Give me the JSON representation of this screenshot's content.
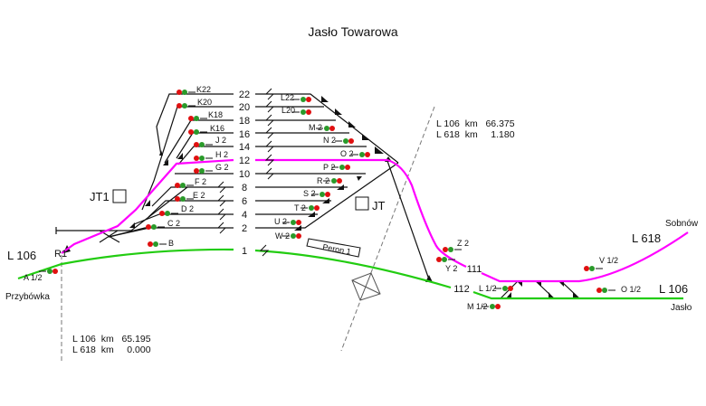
{
  "title": "Jasło Towarowa",
  "colors": {
    "line_618": "#ff00ff",
    "line_106": "#22cc11",
    "signal_red": "#e01010",
    "signal_green": "#2a9a2a"
  },
  "tracks": [
    "22",
    "20",
    "18",
    "16",
    "14",
    "12",
    "10",
    "8",
    "6",
    "4",
    "2",
    "1",
    "111",
    "112"
  ],
  "signals_left": [
    "K22",
    "K20",
    "K18",
    "K16",
    "J 2",
    "H 2",
    "G 2",
    "F 2",
    "E 2",
    "D 2",
    "C 2",
    "B"
  ],
  "signals_right": [
    "L22",
    "L20",
    "M 2",
    "N 2",
    "O 2",
    "P 2",
    "R 2",
    "S 2",
    "T 2",
    "U 2",
    "W 2"
  ],
  "signals_east": [
    "Z 2",
    "Y 2",
    "V 1/2",
    "L 1/2",
    "M 1/2",
    "O 1/2",
    "A 1/2"
  ],
  "labels": {
    "jt1": "JT1",
    "jt": "JT",
    "r1": "R1",
    "peron": "Peron 1",
    "l106_left": "L 106",
    "l106_right": "L 106",
    "l618": "L 618",
    "przybowka": "Przybówka",
    "sobnow": "Sobnów",
    "jaslo": "Jasło"
  },
  "km_left": {
    "l106": "L 106  km   65.195",
    "l618": "L 618  km     0.000"
  },
  "km_right": {
    "l106": "L 106  km   66.375",
    "l618": "L 618  km     1.180"
  }
}
